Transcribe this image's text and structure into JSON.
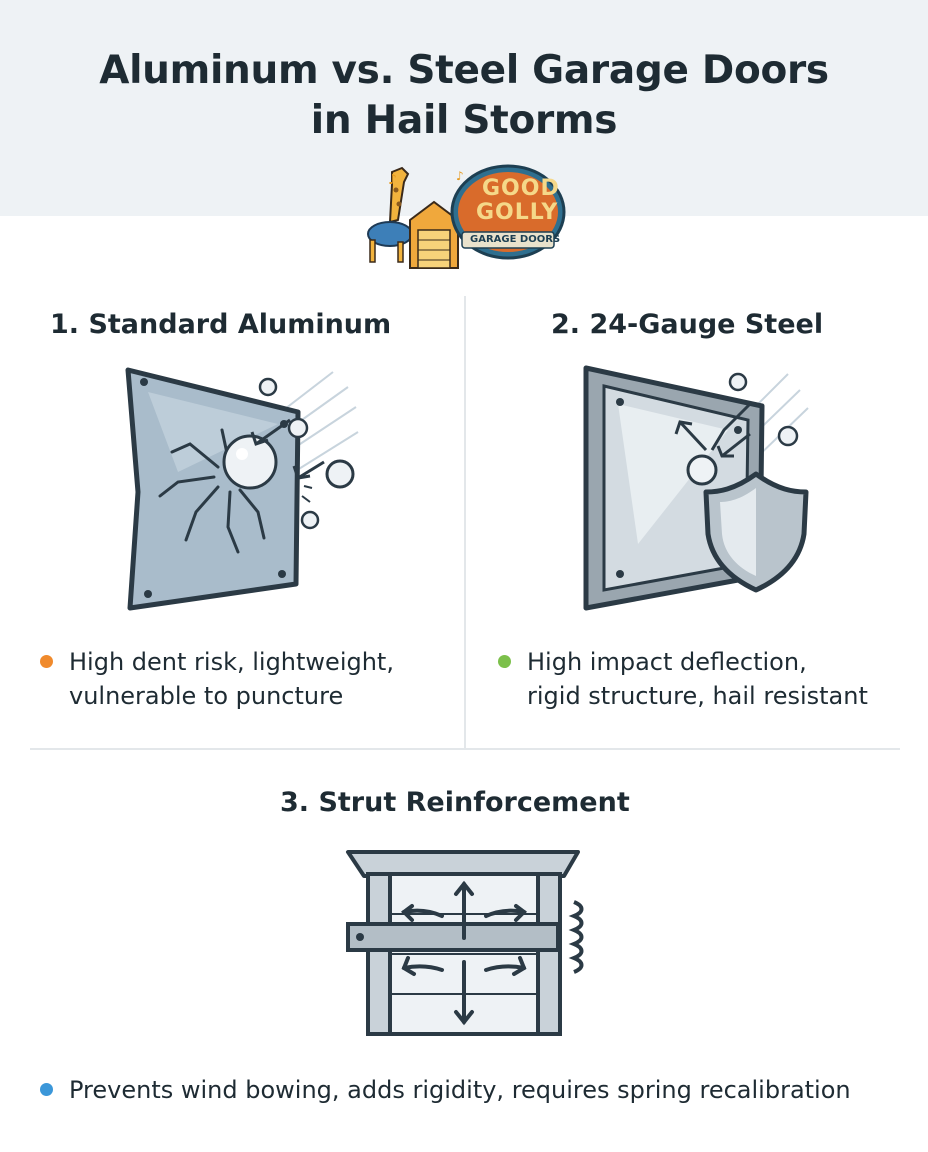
{
  "header": {
    "title_line1": "Aluminum vs. Steel Garage Doors",
    "title_line2": "in Hail Storms"
  },
  "logo": {
    "line1": "GOOD",
    "line2": "GOLLY",
    "line3": "GARAGE DOORS"
  },
  "sections": [
    {
      "heading": "1. Standard Aluminum",
      "bullet_lines": [
        "High dent risk, lightweight,",
        "vulnerable to puncture"
      ],
      "bullet_color": "#f08a2c",
      "icon": "cracked-aluminum-panel-icon"
    },
    {
      "heading": "2. 24-Gauge Steel",
      "bullet_lines": [
        "High impact deflection,",
        "rigid structure, hail resistant"
      ],
      "bullet_color": "#7cc04b",
      "icon": "steel-panel-shield-icon"
    },
    {
      "heading": "3. Strut Reinforcement",
      "bullet_lines": [
        "Prevents wind bowing, adds rigidity, requires spring recalibration"
      ],
      "bullet_color": "#3b97d9",
      "icon": "reinforced-garage-door-icon"
    }
  ],
  "colors": {
    "header_band": "#eef2f5",
    "divider": "#e3e7ea",
    "ink": "#1e2b33",
    "panel_blue": "#a9bccb",
    "steel": "#c9d2d9"
  }
}
